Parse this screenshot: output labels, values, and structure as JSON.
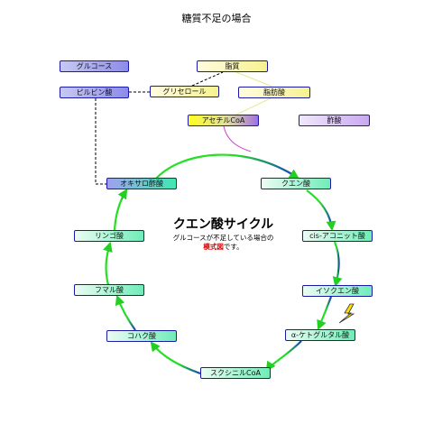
{
  "title": "糖質不足の場合",
  "cycle": {
    "name": "クエン酸サイクル",
    "subtitle_line1": "グルコースが不足している場合の",
    "subtitle_emph": "模式図",
    "subtitle_tail": "です。"
  },
  "nodes": {
    "glucose": "グルコース",
    "pyruvate": "ピルビン酸",
    "glycerol": "グリセロール",
    "lipid": "脂質",
    "fatty_acid": "脂肪酸",
    "acetyl_coa": "アセチルCoA",
    "acetic_acid": "酢酸",
    "oxaloacetate": "オキサロ酢酸",
    "citrate": "クエン酸",
    "cis_aconitate": "cis-アコニット酸",
    "isocitrate": "イソクエン酸",
    "alpha_ketoglutarate": "α-ケトグルタル酸",
    "succinyl_coa": "スクシニルCoA",
    "succinate": "コハク酸",
    "fumarate": "フマル酸",
    "malate": "リンゴ酸"
  },
  "colors": {
    "box_border": "#1a1aa6",
    "cycle_green": "#22e022",
    "cycle_blue": "#1a3fc0",
    "lightning": "#ffe000"
  },
  "icons": {
    "warning": "lightning-bolt-icon"
  }
}
